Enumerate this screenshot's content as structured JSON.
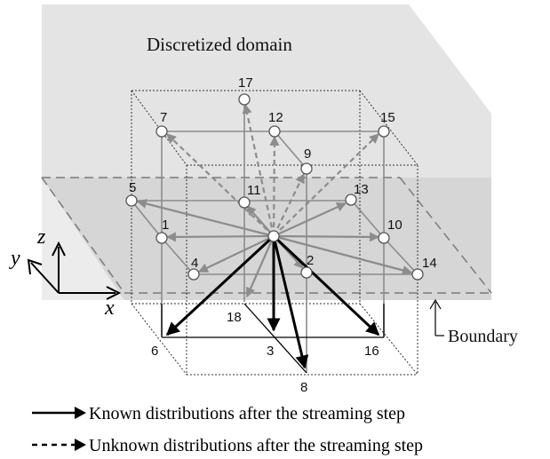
{
  "domain_label": "Discretized domain",
  "boundary_label": "Boundary",
  "axes": {
    "x": "x",
    "y": "y",
    "z": "z"
  },
  "legend": {
    "known": "Known distributions after the streaming step",
    "unknown": "Unknown distributions after the streaming step"
  },
  "nodes": [
    "1",
    "2",
    "3",
    "4",
    "5",
    "6",
    "7",
    "8",
    "9",
    "10",
    "11",
    "12",
    "13",
    "14",
    "15",
    "16",
    "17",
    "18"
  ],
  "colors": {
    "domain_fill": "#dedede",
    "domain_top": "#e8e8e8",
    "gray_arrow": "#8c8c8c",
    "known_arrow": "#000000",
    "node_stroke": "#555555"
  }
}
